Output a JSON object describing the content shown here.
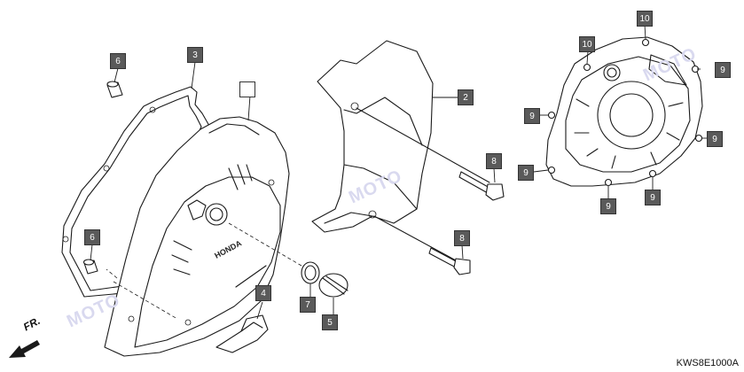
{
  "diagram_code": "KWS8E1000A",
  "direction_label": "FR.",
  "watermark": "MOTO",
  "callouts": [
    {
      "id": "c6a",
      "label": "6"
    },
    {
      "id": "c3",
      "label": "3"
    },
    {
      "id": "c6b",
      "label": "6"
    },
    {
      "id": "c4",
      "label": "4"
    },
    {
      "id": "c7",
      "label": "7"
    },
    {
      "id": "c5",
      "label": "5"
    },
    {
      "id": "c2",
      "label": "2"
    },
    {
      "id": "c8a",
      "label": "8"
    },
    {
      "id": "c8b",
      "label": "8"
    },
    {
      "id": "c10a",
      "label": "10"
    },
    {
      "id": "c10b",
      "label": "10"
    },
    {
      "id": "c9a",
      "label": "9"
    },
    {
      "id": "c9b",
      "label": "9"
    },
    {
      "id": "c9c",
      "label": "9"
    },
    {
      "id": "c9d",
      "label": "9"
    },
    {
      "id": "c9e",
      "label": "9"
    },
    {
      "id": "c9f",
      "label": "9"
    }
  ],
  "cover_logo_text": "HONDA"
}
